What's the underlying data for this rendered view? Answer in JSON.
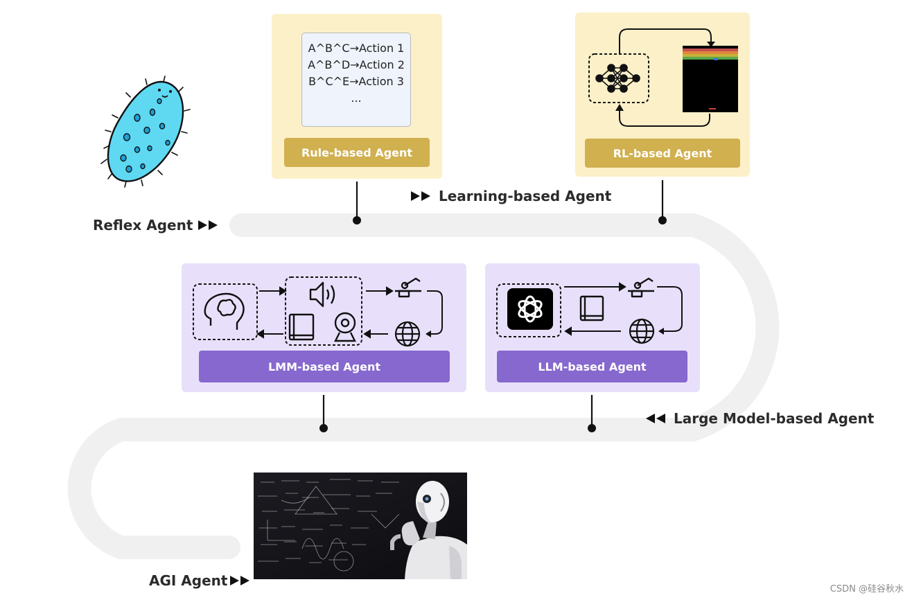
{
  "stages": {
    "reflex": "Reflex Agent",
    "learning": "Learning-based Agent",
    "large_model": "Large Model-based Agent",
    "agi": "AGI Agent"
  },
  "cards": {
    "rule_based": {
      "label": "Rule-based Agent",
      "rules": [
        "A^B^C→Action 1",
        "A^B^D→Action 2",
        "B^C^E→Action 3",
        "..."
      ]
    },
    "rl_based": {
      "label": "RL-based Agent"
    },
    "lmm_based": {
      "label": "LMM-based Agent"
    },
    "llm_based": {
      "label": "LLM-based Agent"
    }
  },
  "watermark": "CSDN @硅谷秋水",
  "colors": {
    "yellow_card": "#fcf0c8",
    "gold_pill": "#d0b04f",
    "purple_card": "#e8e0fb",
    "violet_pill": "#8668ce",
    "track": "#f0f0f0"
  }
}
